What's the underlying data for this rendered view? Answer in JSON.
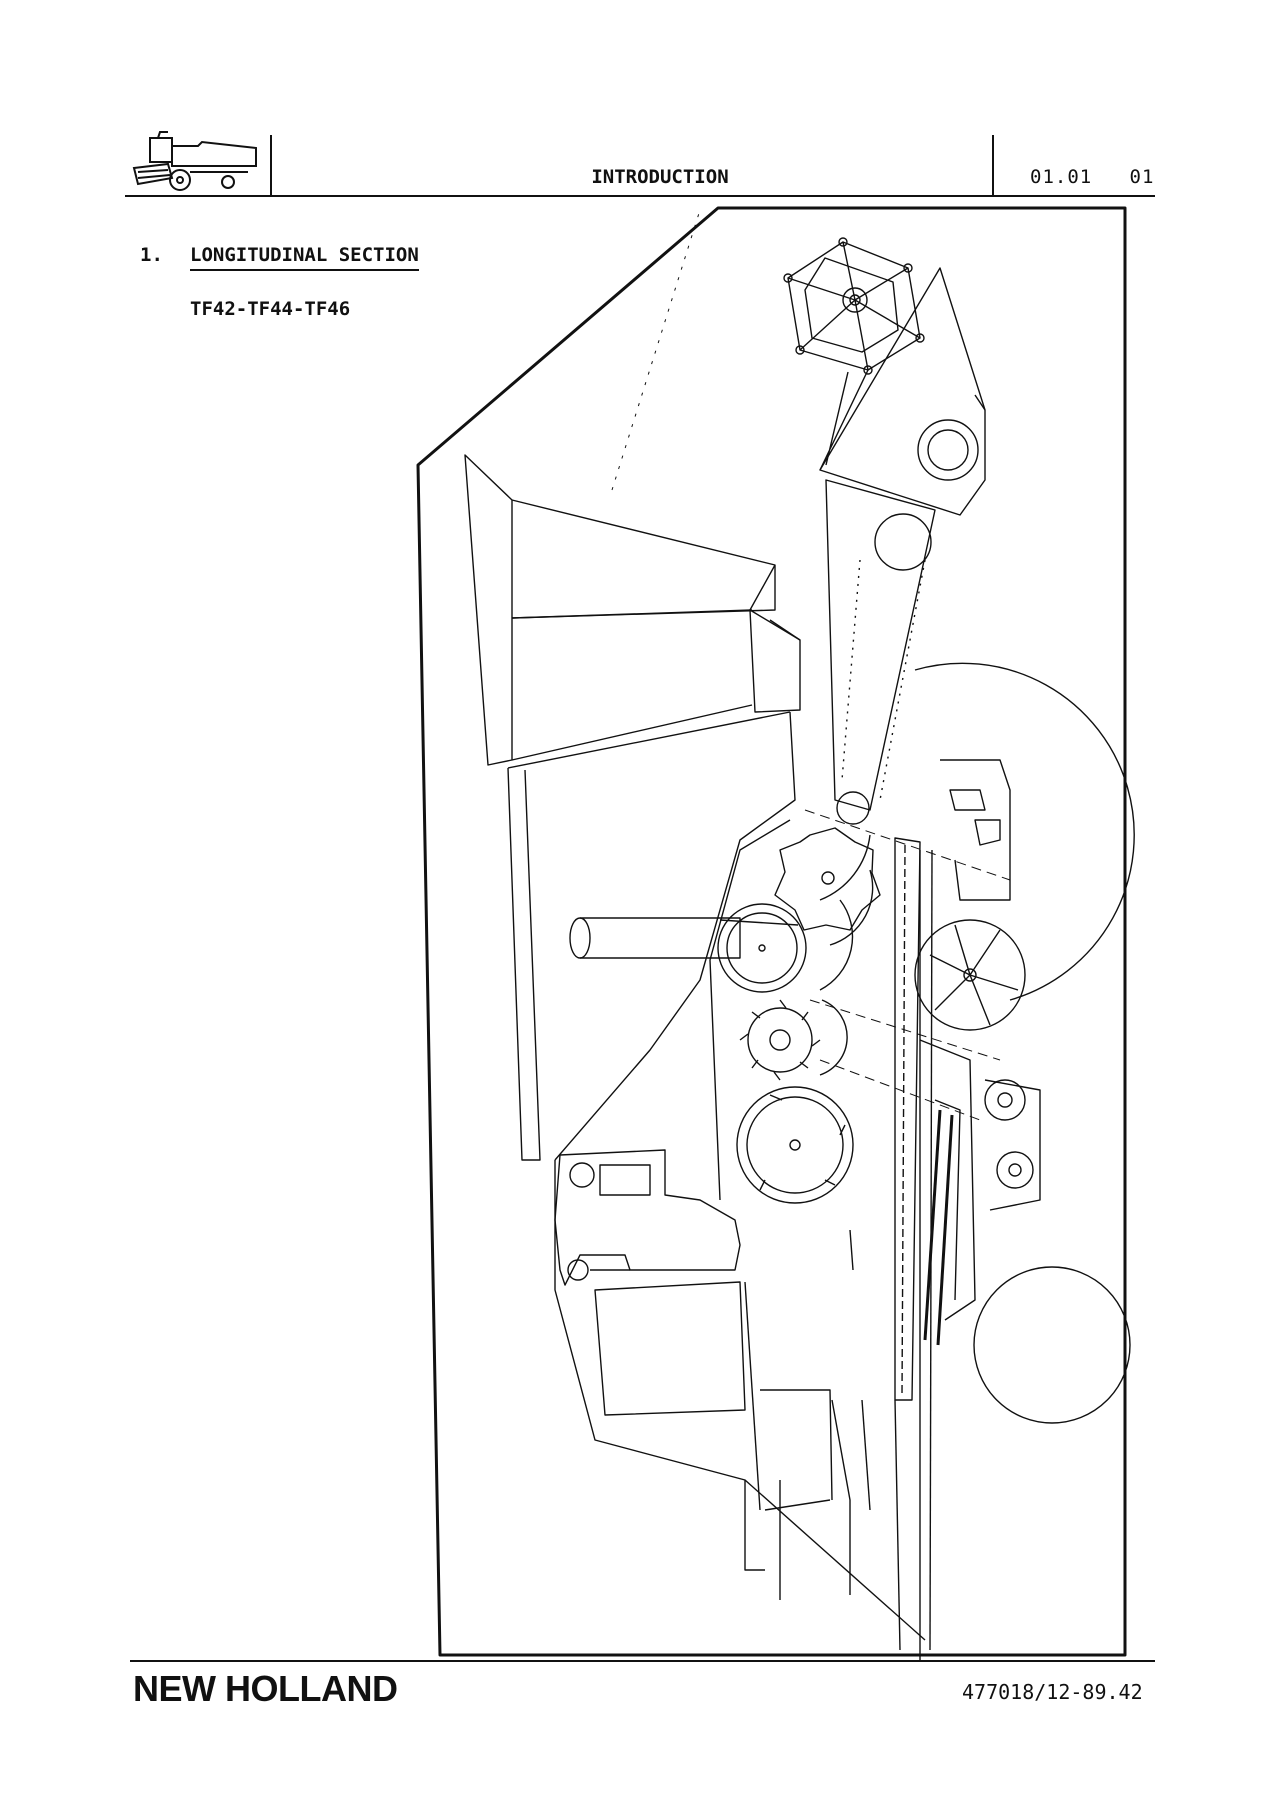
{
  "header": {
    "title": "INTRODUCTION",
    "section_code": "01.01",
    "page": "01",
    "logo_icon": "combine-harvester-icon"
  },
  "section": {
    "number": "1.",
    "title": "LONGITUDINAL SECTION",
    "models": "TF42-TF44-TF46"
  },
  "figure": {
    "subject_icon": "combine-longitudinal-section-drawing"
  },
  "footer": {
    "brand": "NEW HOLLAND",
    "document_number": "477018/12-89.42"
  }
}
